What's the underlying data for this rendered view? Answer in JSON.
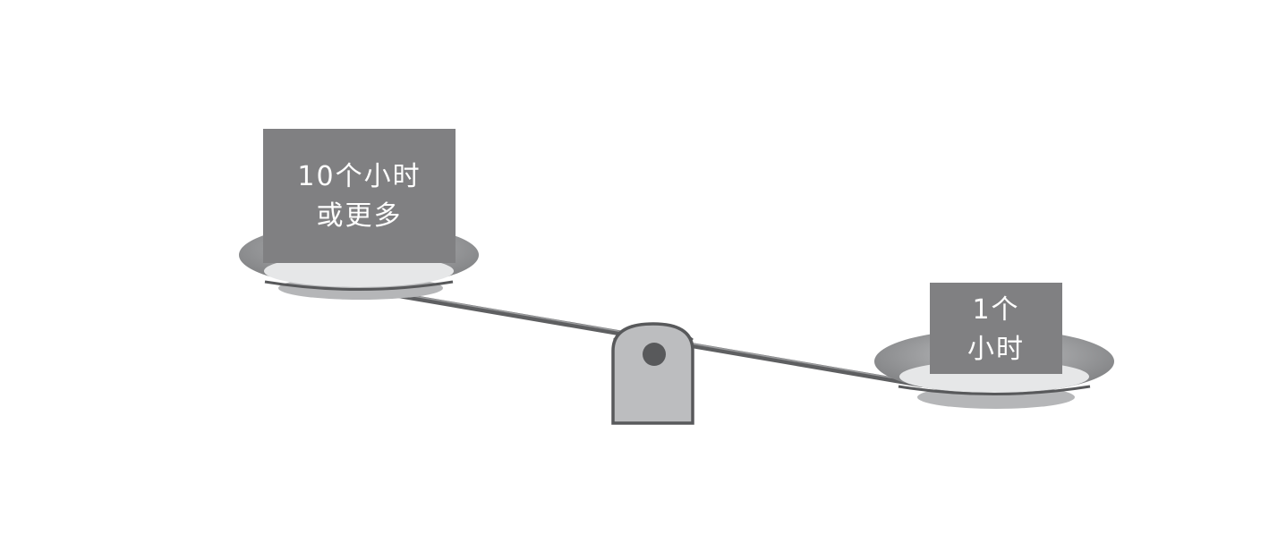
{
  "scale": {
    "left_pan": {
      "label_lines": [
        "10个小时",
        "或更多"
      ]
    },
    "right_pan": {
      "label_lines": [
        "1个",
        "小时"
      ]
    }
  },
  "colors": {
    "box_fill": "#808082",
    "pan_rim": "#8c8d8f",
    "pan_inner": "#e6e7e8",
    "pan_shadow": "#b5b6b8",
    "beam": "#5e5f61",
    "fulcrum_fill": "#bcbdbf",
    "fulcrum_stroke": "#58595b",
    "pivot": "#58595b",
    "label_text": "#ffffff"
  }
}
